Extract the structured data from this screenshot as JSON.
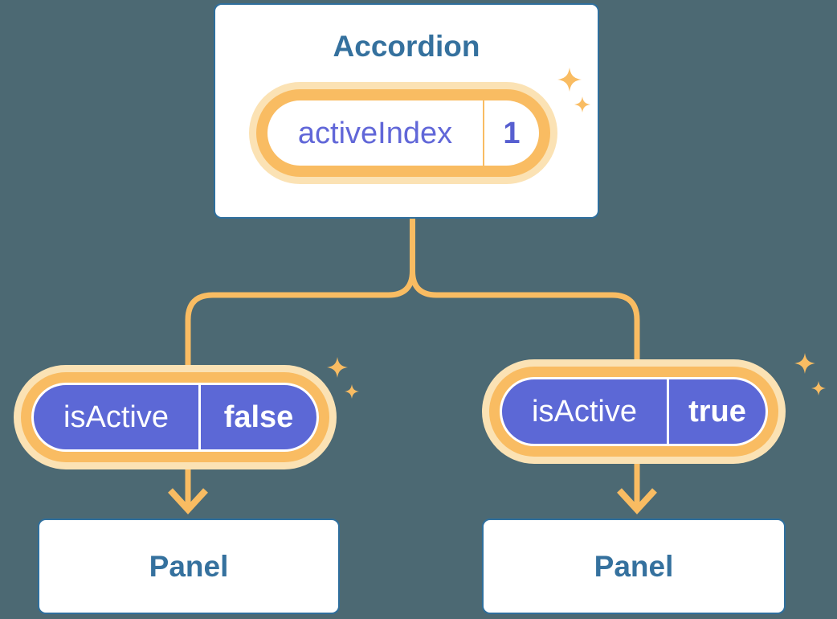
{
  "diagram": {
    "background_color": "#4C6973",
    "colors": {
      "orange": "#F9BC62",
      "orange_glow": "#FBE2B4",
      "purple_fill": "#5C68D6",
      "purple_key_text": "#6167D8",
      "purple_value_text": "#575FD0",
      "blue_text": "#35719E",
      "blue_border": "#2F6F9D",
      "white": "#FFFFFF"
    },
    "accordion": {
      "label": "Accordion",
      "state_pill": {
        "label": "activeIndex",
        "value": "1"
      }
    },
    "branches": [
      {
        "pill": {
          "label": "isActive",
          "value": "false"
        },
        "panel": {
          "label": "Panel"
        }
      },
      {
        "pill": {
          "label": "isActive",
          "value": "true"
        },
        "panel": {
          "label": "Panel"
        }
      }
    ],
    "icons": {
      "sparkle": "four-point-sparkle"
    }
  }
}
